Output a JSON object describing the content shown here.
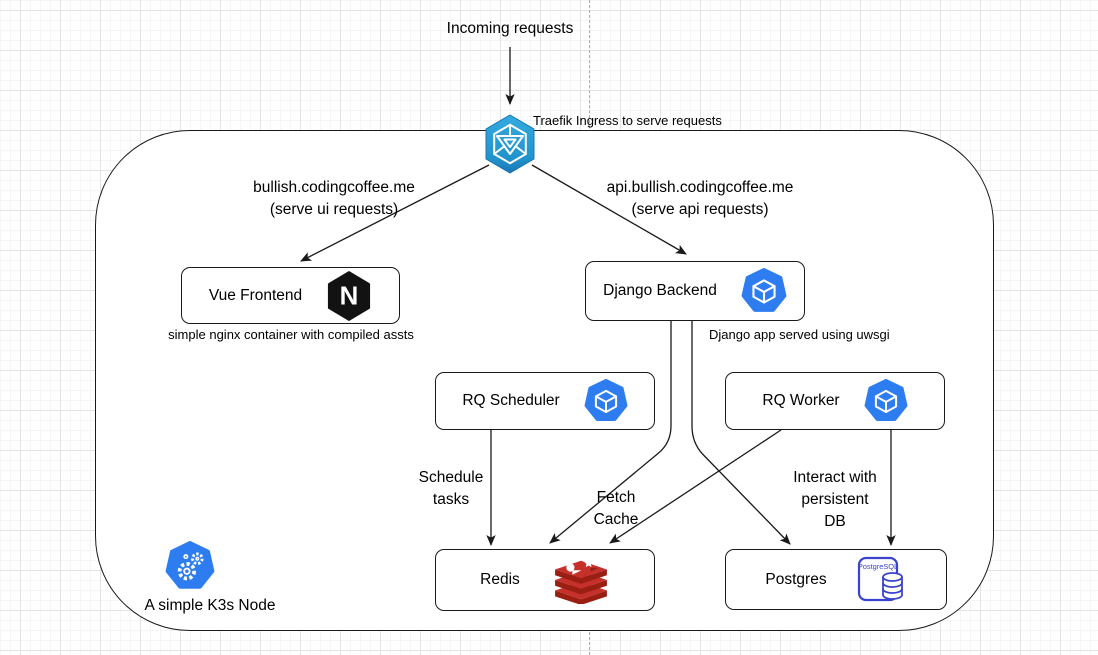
{
  "diagram": {
    "incoming_label": "Incoming requests",
    "traefik_note": "Traefik Ingress to serve requests",
    "routes": {
      "ui": [
        "bullish.codingcoffee.me",
        "(serve ui requests)"
      ],
      "api": [
        "api.bullish.codingcoffee.me",
        "(serve api requests)"
      ]
    },
    "nodes": {
      "vue": {
        "label": "Vue Frontend",
        "note": "simple nginx container with compiled assts"
      },
      "django": {
        "label": "Django Backend",
        "note": "Django app served using uwsgi"
      },
      "rq_scheduler": {
        "label": "RQ Scheduler"
      },
      "rq_worker": {
        "label": "RQ Worker"
      },
      "redis": {
        "label": "Redis"
      },
      "postgres": {
        "label": "Postgres"
      }
    },
    "edge_labels": {
      "schedule": [
        "Schedule",
        "tasks"
      ],
      "fetch": [
        "Fetch",
        "Cache"
      ],
      "interact": [
        "Interact with",
        "persistent",
        "DB"
      ]
    },
    "k3s_note": "A simple K3s Node",
    "icons": {
      "postgresql_text": "PostgreSQL"
    },
    "colors": {
      "container_blue": "#2D7DF0",
      "traefik_blue_light": "#34ABDF",
      "traefik_blue_dark": "#1877B4",
      "redis_red": "#C6302B",
      "redis_red_dark": "#9B1E13",
      "postgres_blue": "#3A43CB",
      "nginx_black": "#121212",
      "line_black": "#1a1a1a"
    }
  }
}
